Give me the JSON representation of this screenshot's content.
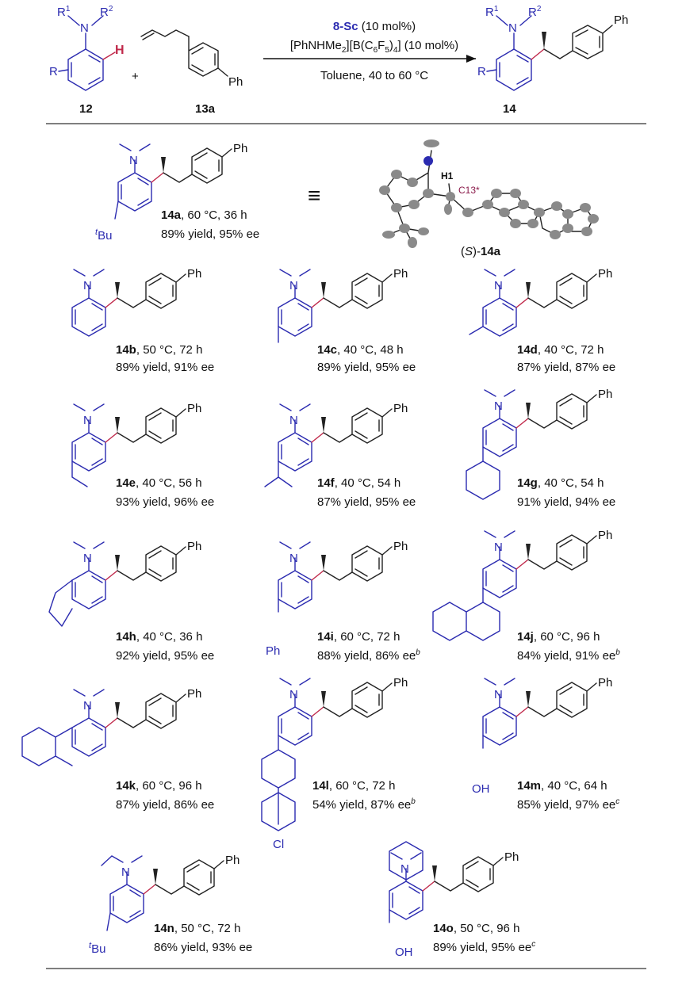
{
  "scheme": {
    "reactant_amine_label": "12",
    "reactant_alkene_label": "13a",
    "product_label": "14",
    "plus_sign": "+",
    "catalyst_name": "8-Sc",
    "catalyst_loading": " (10 mol%)",
    "cocatalyst_loading": " (10 mol%)",
    "conditions": "Toluene, 40 to 60 °C",
    "atom_R": "R",
    "atom_N": "N",
    "atom_H": "H",
    "atom_Ph": "Ph"
  },
  "xray": {
    "prefix": "(",
    "config": "S",
    "suffix": ")-",
    "compound": "14a",
    "atom_H1": "H1",
    "atom_C13": "C13*"
  },
  "equiv_symbol": "≡",
  "substituent_labels": {
    "tBu": "Bu",
    "tBu_prefix": "t",
    "Ph": "Ph",
    "OH": "OH",
    "Cl": "Cl",
    "N": "N"
  },
  "entries": [
    {
      "id": "14a",
      "cond": ", 60 °C, 36 h",
      "yield": "89% yield, 95% ee",
      "note": ""
    },
    {
      "id": "14b",
      "cond": ", 50 °C, 72 h",
      "yield": "89% yield, 91% ee",
      "note": ""
    },
    {
      "id": "14c",
      "cond": ", 40 °C, 48 h",
      "yield": "89% yield, 95% ee",
      "note": ""
    },
    {
      "id": "14d",
      "cond": ", 40 °C, 72 h",
      "yield": "87% yield, 87% ee",
      "note": ""
    },
    {
      "id": "14e",
      "cond": ", 40 °C, 56 h",
      "yield": "93% yield, 96% ee",
      "note": ""
    },
    {
      "id": "14f",
      "cond": ", 40 °C, 54 h",
      "yield": "87% yield, 95% ee",
      "note": ""
    },
    {
      "id": "14g",
      "cond": ", 40 °C, 54 h",
      "yield": "91% yield, 94% ee",
      "note": ""
    },
    {
      "id": "14h",
      "cond": ", 40 °C, 36 h",
      "yield": "92% yield, 95% ee",
      "note": ""
    },
    {
      "id": "14i",
      "cond": ", 60 °C, 72 h",
      "yield": "88% yield, 86% ee",
      "note": "b"
    },
    {
      "id": "14j",
      "cond": ", 60 °C, 96 h",
      "yield": "84% yield, 91% ee",
      "note": "b"
    },
    {
      "id": "14k",
      "cond": ", 60 °C, 96 h",
      "yield": "87% yield, 86% ee",
      "note": ""
    },
    {
      "id": "14l",
      "cond": ", 60 °C, 72 h",
      "yield": "54% yield, 87% ee",
      "note": "b"
    },
    {
      "id": "14m",
      "cond": ", 40 °C, 64 h",
      "yield": "85% yield, 97% ee",
      "note": "c"
    },
    {
      "id": "14n",
      "cond": ", 50 °C, 72 h",
      "yield": "86% yield, 93% ee",
      "note": ""
    },
    {
      "id": "14o",
      "cond": ", 50 °C, 96 h",
      "yield": "89% yield, 95% ee",
      "note": "c"
    }
  ],
  "colors": {
    "variable_part": "#2b2bb0",
    "new_bond": "#c0284a",
    "catalyst": "#2b2bb0",
    "reactive_H": "#c0284a"
  }
}
